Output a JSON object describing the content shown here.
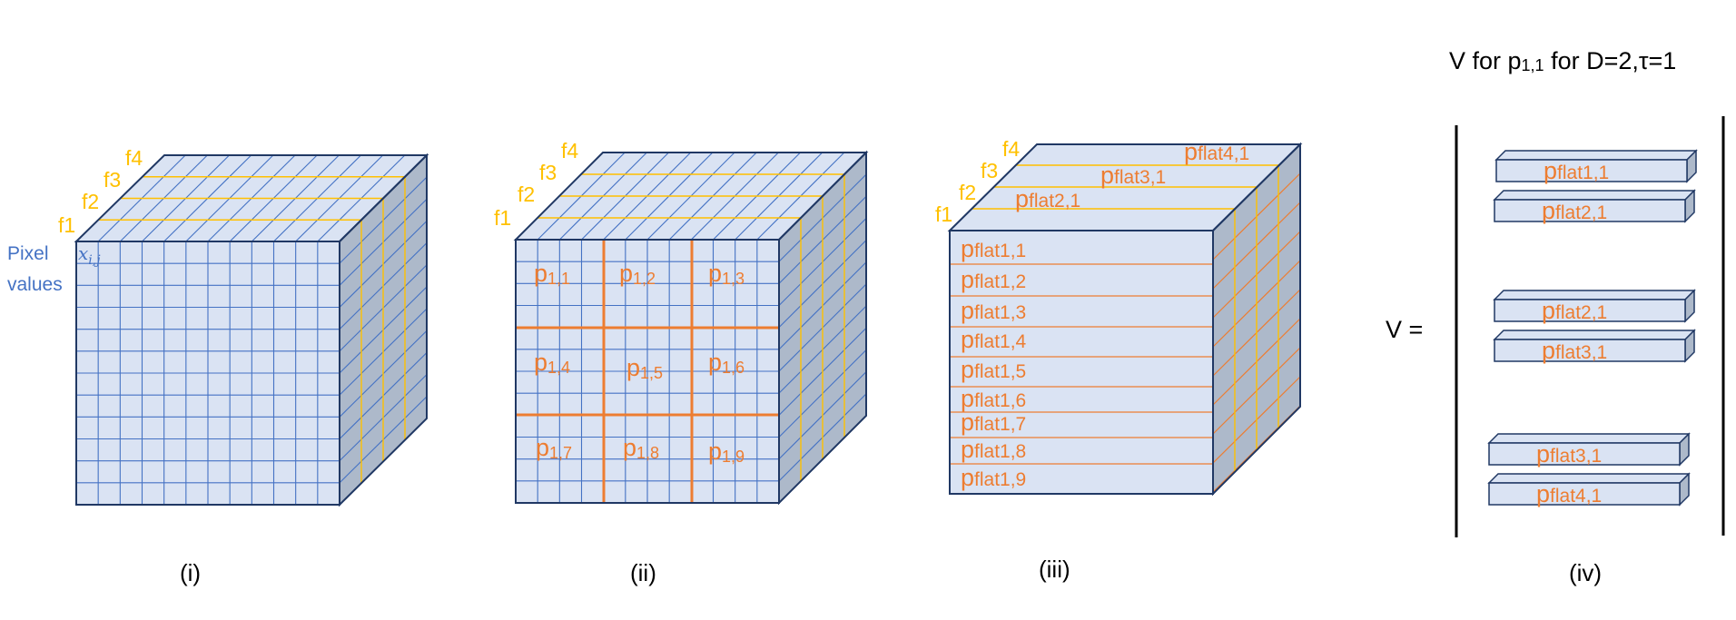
{
  "labels": {
    "frames": [
      "f1",
      "f2",
      "f3",
      "f4"
    ],
    "pixel_values": [
      "Pixel",
      "values"
    ],
    "pixel_symbol": "x",
    "pixel_symbol_sub": "i,j",
    "panels": [
      "(i)",
      "(ii)",
      "(iii)",
      "(iv)"
    ]
  },
  "patches": [
    {
      "base": "p",
      "sub": "1,1"
    },
    {
      "base": "p",
      "sub": "1,2"
    },
    {
      "base": "p",
      "sub": "1,3"
    },
    {
      "base": "p",
      "sub": "1,4"
    },
    {
      "base": "p",
      "sub": "1,5"
    },
    {
      "base": "p",
      "sub": "1,6"
    },
    {
      "base": "p",
      "sub": "1,7"
    },
    {
      "base": "p",
      "sub": "1,8"
    },
    {
      "base": "p",
      "sub": "1,9"
    }
  ],
  "flat_rows": [
    {
      "base": "p",
      "sub": "flat1,1"
    },
    {
      "base": "p",
      "sub": "flat1,2"
    },
    {
      "base": "p",
      "sub": "flat1,3"
    },
    {
      "base": "p",
      "sub": "flat1,4"
    },
    {
      "base": "p",
      "sub": "flat1,5"
    },
    {
      "base": "p",
      "sub": "flat1,6"
    },
    {
      "base": "p",
      "sub": "flat1,7"
    },
    {
      "base": "p",
      "sub": "flat1,8"
    },
    {
      "base": "p",
      "sub": "flat1,9"
    }
  ],
  "flat_top": [
    {
      "base": "p",
      "sub": "flat2,1"
    },
    {
      "base": "p",
      "sub": "flat3,1"
    },
    {
      "base": "p",
      "sub": "flat4,1"
    }
  ],
  "v_title": {
    "pre": "V for p",
    "sub": "1,1",
    "post": " for D=2,τ=1"
  },
  "v_eq": "V =",
  "v_bars": [
    {
      "base": "p",
      "sub": "flat1,1"
    },
    {
      "base": "p",
      "sub": "flat2,1"
    },
    {
      "base": "p",
      "sub": "flat2,1"
    },
    {
      "base": "p",
      "sub": "flat3,1"
    },
    {
      "base": "p",
      "sub": "flat3,1"
    },
    {
      "base": "p",
      "sub": "flat4,1"
    }
  ],
  "colors": {
    "frame": "#ffc000",
    "patch": "#ed7d31",
    "grid": "#4472c4",
    "face": "#dae3f3",
    "side": "#adb9ca",
    "edge": "#203864"
  }
}
